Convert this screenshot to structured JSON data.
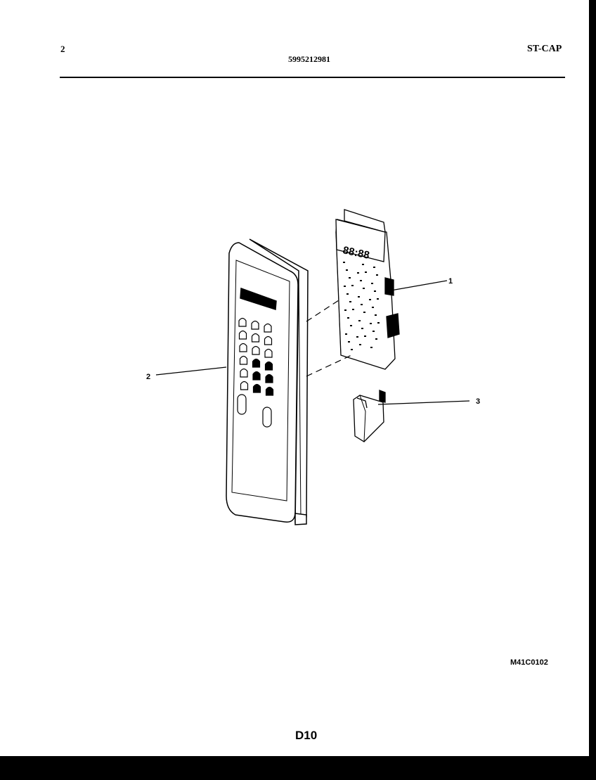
{
  "header": {
    "page_number": "2",
    "part_number": "5995212981",
    "model_code": "ST-CAP"
  },
  "diagram": {
    "callouts": [
      {
        "label": "1"
      },
      {
        "label": "2"
      },
      {
        "label": "3"
      }
    ],
    "display_digits": "88:88"
  },
  "footer": {
    "drawing_code": "M41C0102",
    "page_code": "D10"
  }
}
